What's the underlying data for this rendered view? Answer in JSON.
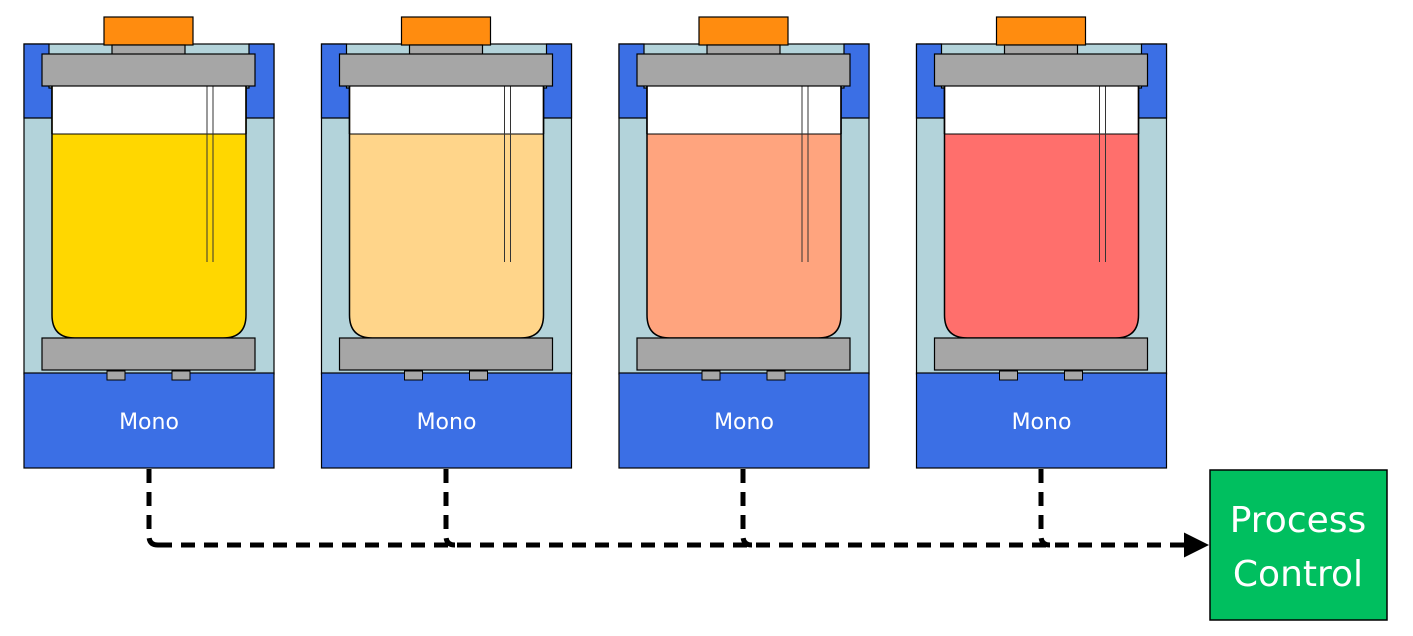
{
  "reactors": [
    {
      "label": "Mono",
      "fill_color": "#FFD700"
    },
    {
      "label": "Mono",
      "fill_color": "#FFD58A"
    },
    {
      "label": "Mono",
      "fill_color": "#FFA47E"
    },
    {
      "label": "Mono",
      "fill_color": "#FF6F6C"
    }
  ],
  "process_control": {
    "line1": "Process",
    "line2": "Control",
    "color": "#00BF5F"
  },
  "colors": {
    "base": "#3B6FE5",
    "housing": "#B3D3DA",
    "plate": "#A6A6A6",
    "cap": "#FF8C0F",
    "liquid_headspace": "#FFFFFF"
  }
}
